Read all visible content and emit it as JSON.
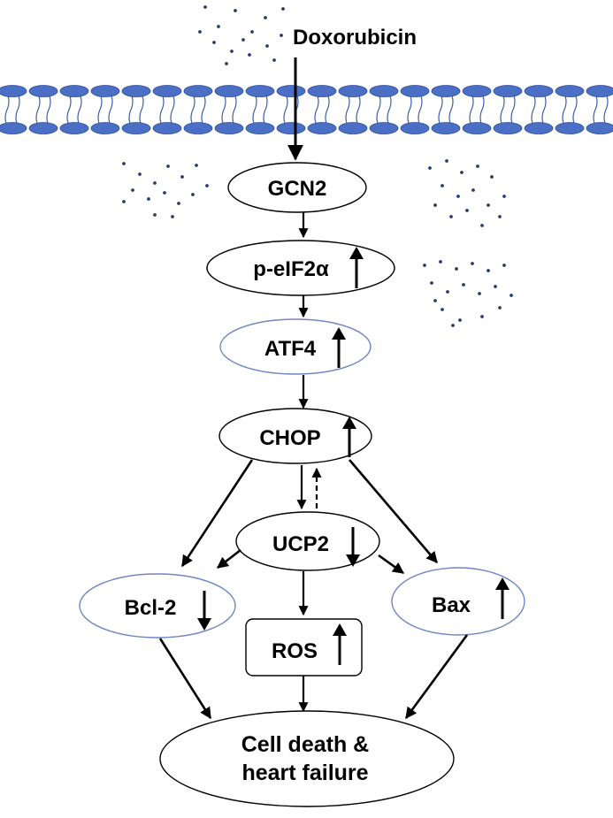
{
  "drug": {
    "label": "Doxorubicin"
  },
  "nodes": {
    "gcn2": {
      "label": "GCN2",
      "change": ""
    },
    "peif2a": {
      "label": "p-eIF2α",
      "change": "up"
    },
    "atf4": {
      "label": "ATF4",
      "change": "up"
    },
    "chop": {
      "label": "CHOP",
      "change": "up"
    },
    "ucp2": {
      "label": "UCP2",
      "change": "down"
    },
    "bcl2": {
      "label": "Bcl-2",
      "change": "down"
    },
    "ros": {
      "label": "ROS",
      "change": "up"
    },
    "bax": {
      "label": "Bax",
      "change": "up"
    }
  },
  "outcome": {
    "line1": "Cell death &",
    "line2": "heart failure"
  },
  "colors": {
    "membrane_head": "#4a6fc4",
    "membrane_head_edge": "#2f4f9c",
    "membrane_tail": "#3d5fa8",
    "drug_dots": "#2a3e6e",
    "node_outline_black": "#000000",
    "node_outline_blue": "#6f86c2"
  }
}
